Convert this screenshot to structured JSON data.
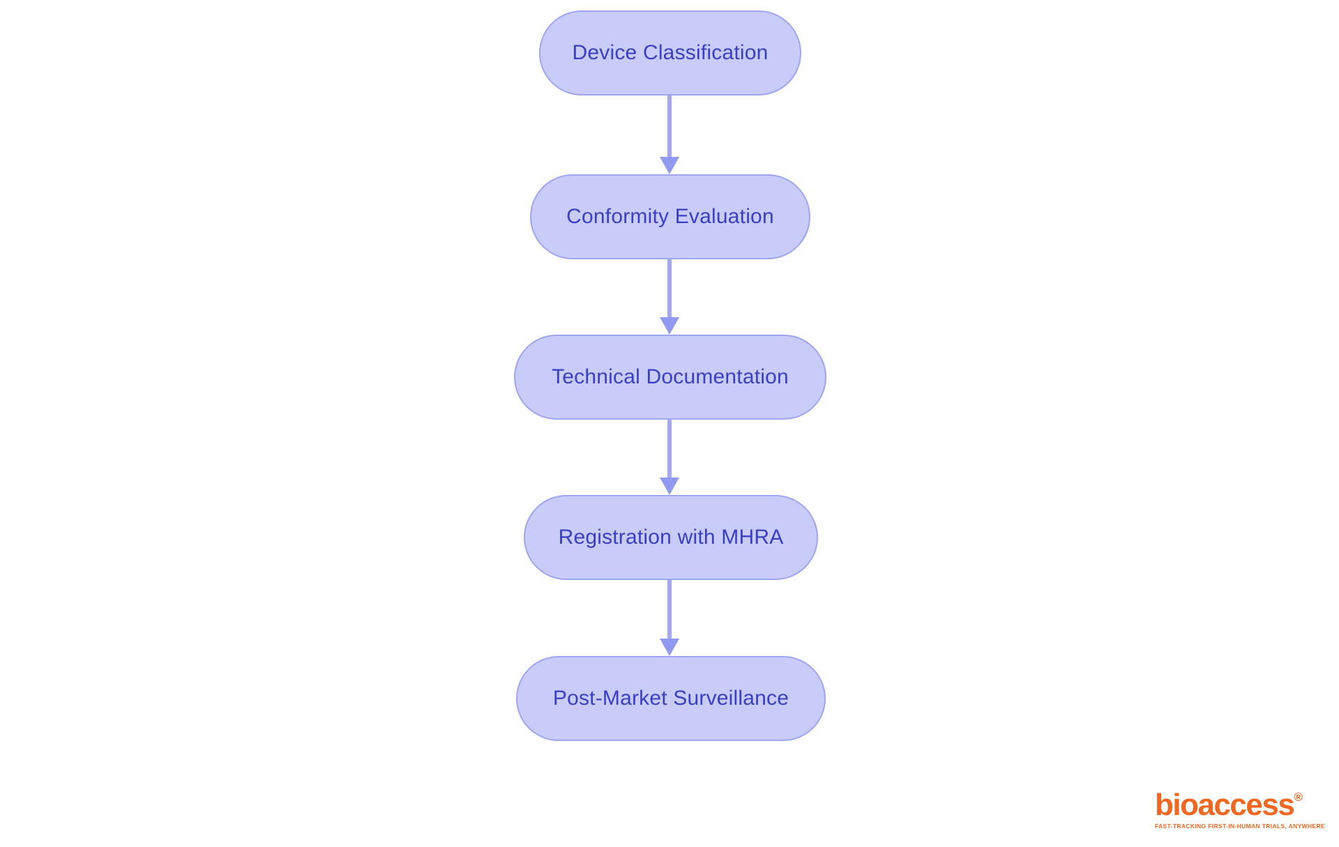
{
  "flow": {
    "type": "flowchart",
    "direction": "top-down",
    "nodes": [
      {
        "id": 1,
        "label": "Device Classification"
      },
      {
        "id": 2,
        "label": "Conformity Evaluation"
      },
      {
        "id": 3,
        "label": "Technical Documentation"
      },
      {
        "id": 4,
        "label": "Registration with MHRA"
      },
      {
        "id": 5,
        "label": "Post-Market Surveillance"
      }
    ],
    "connections": [
      {
        "from": "Device Classification",
        "to": "Conformity Evaluation"
      },
      {
        "from": "Conformity Evaluation",
        "to": "Technical Documentation"
      },
      {
        "from": "Technical Documentation",
        "to": "Registration with MHRA"
      },
      {
        "from": "Registration with MHRA",
        "to": "Post-Market Surveillance"
      }
    ],
    "colors": {
      "node_fill": "#c9ccf8",
      "node_border": "#9ea5f1",
      "node_text": "#3a40c3",
      "arrow_shaft": "#a2a8f3",
      "arrow_head": "#9299f0"
    }
  },
  "logo": {
    "text": "bioaccess",
    "registered_mark": "®",
    "tagline": "FAST-TRACKING FIRST-IN-HUMAN TRIALS, ANYWHERE",
    "color": "#f2671f"
  },
  "page": {
    "background": "#ffffff"
  }
}
